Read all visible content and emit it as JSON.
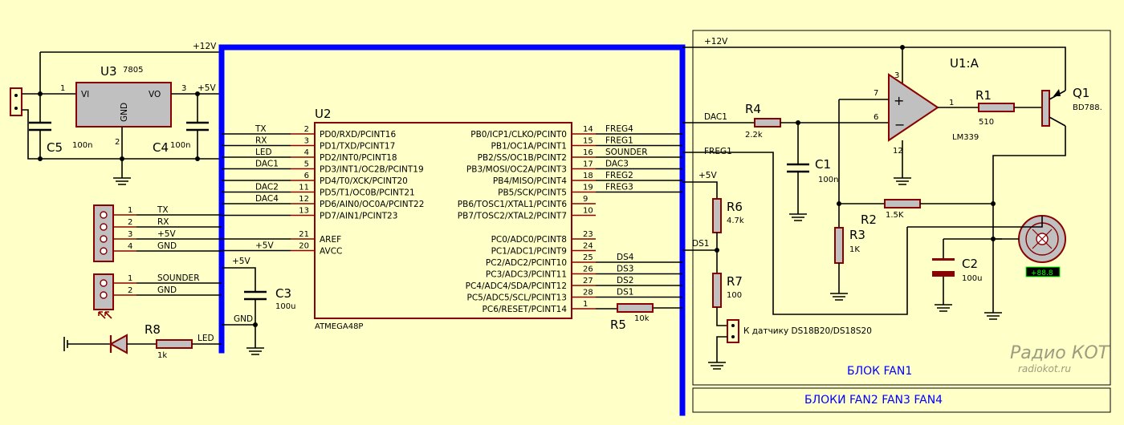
{
  "components": {
    "u3": {
      "ref": "U3",
      "value": "7805",
      "pin_vi": "VI",
      "pin_vo": "VO",
      "pin_gnd": "GND",
      "pin1": "1",
      "pin2": "2",
      "pin3": "3"
    },
    "u2": {
      "ref": "U2",
      "part": "ATMEGA48P",
      "left_pins": [
        {
          "num": "2",
          "name": "PD0/RXD/PCINT16",
          "net": "TX"
        },
        {
          "num": "3",
          "name": "PD1/TXD/PCINT17",
          "net": "RX"
        },
        {
          "num": "4",
          "name": "PD2/INT0/PCINT18",
          "net": "LED"
        },
        {
          "num": "5",
          "name": "PD3/INT1/OC2B/PCINT19",
          "net": "DAC1"
        },
        {
          "num": "6",
          "name": "PD4/T0/XCK/PCINT20",
          "net": ""
        },
        {
          "num": "11",
          "name": "PD5/T1/OC0B/PCINT21",
          "net": "DAC2"
        },
        {
          "num": "12",
          "name": "PD6/AIN0/OC0A/PCINT22",
          "net": "DAC4"
        },
        {
          "num": "13",
          "name": "PD7/AIN1/PCINT23",
          "net": ""
        }
      ],
      "power_pins": [
        {
          "num": "21",
          "name": "AREF",
          "net": ""
        },
        {
          "num": "20",
          "name": "AVCC",
          "net": "+5V"
        }
      ],
      "right_pins_b": [
        {
          "num": "14",
          "name": "PB0/ICP1/CLKO/PCINT0",
          "net": "FREG4"
        },
        {
          "num": "15",
          "name": "PB1/OC1A/PCINT1",
          "net": "FREG1"
        },
        {
          "num": "16",
          "name": "PB2/SS/OC1B/PCINT2",
          "net": "SOUNDER"
        },
        {
          "num": "17",
          "name": "PB3/MOSI/OC2A/PCINT3",
          "net": "DAC3"
        },
        {
          "num": "18",
          "name": "PB4/MISO/PCINT4",
          "net": "FREG2"
        },
        {
          "num": "19",
          "name": "PB5/SCK/PCINT5",
          "net": "FREG3"
        },
        {
          "num": "9",
          "name": "PB6/TOSC1/XTAL1/PCINT6",
          "net": ""
        },
        {
          "num": "10",
          "name": "PB7/TOSC2/XTAL2/PCINT7",
          "net": ""
        }
      ],
      "right_pins_c": [
        {
          "num": "23",
          "name": "PC0/ADC0/PCINT8",
          "net": ""
        },
        {
          "num": "24",
          "name": "PC1/ADC1/PCINT9",
          "net": ""
        },
        {
          "num": "25",
          "name": "PC2/ADC2/PCINT10",
          "net": "DS4"
        },
        {
          "num": "26",
          "name": "PC3/ADC3/PCINT11",
          "net": "DS3"
        },
        {
          "num": "27",
          "name": "PC4/ADC4/SDA/PCINT12",
          "net": "DS2"
        },
        {
          "num": "28",
          "name": "PC5/ADC5/SCL/PCINT13",
          "net": "DS1"
        },
        {
          "num": "1",
          "name": "PC6/RESET/PCINT14",
          "net": ""
        }
      ]
    },
    "c5": {
      "ref": "C5",
      "value": "100n"
    },
    "c4": {
      "ref": "C4",
      "value": "100n"
    },
    "c3": {
      "ref": "C3",
      "value": "100u"
    },
    "c1": {
      "ref": "C1",
      "value": "100n"
    },
    "c2": {
      "ref": "C2",
      "value": "100u"
    },
    "r8": {
      "ref": "R8",
      "value": "1k"
    },
    "r5": {
      "ref": "R5",
      "value": "10k"
    },
    "r4": {
      "ref": "R4",
      "value": "2.2k"
    },
    "r1": {
      "ref": "R1",
      "value": "510"
    },
    "r2": {
      "ref": "R2",
      "value": "1.5K"
    },
    "r3": {
      "ref": "R3",
      "value": "1K"
    },
    "r6": {
      "ref": "R6",
      "value": "4.7k"
    },
    "r7": {
      "ref": "R7",
      "value": "100"
    },
    "u1": {
      "ref": "U1:A",
      "value": "LM339",
      "pin3": "3",
      "pin12": "12",
      "pin7": "7",
      "pin6": "6",
      "pin1": "1"
    },
    "q1": {
      "ref": "Q1",
      "value": "BD788."
    }
  },
  "connectors": {
    "uart": [
      {
        "num": "1",
        "net": "TX"
      },
      {
        "num": "2",
        "net": "RX"
      },
      {
        "num": "3",
        "net": "+5V"
      },
      {
        "num": "4",
        "net": "GND"
      }
    ],
    "sounder": [
      {
        "num": "1",
        "net": "SOUNDER"
      },
      {
        "num": "2",
        "net": "GND"
      }
    ],
    "sensor_label": "К датчику DS18B20/DS18S20"
  },
  "nets": {
    "v12_left": "+12V",
    "v12_right": "+12V",
    "v5_reg": "+5V",
    "v5_avcc": "+5V",
    "v5_c3": "+5V",
    "v5_r6": "+5V",
    "gnd_c3": "GND",
    "led": "LED",
    "dac1_fan": "DAC1",
    "freg1_fan": "FREG1",
    "ds1_fan": "DS1"
  },
  "labels": {
    "block_fan1": "БЛОК FAN1",
    "blocks_other": "БЛОКИ FAN2 FAN3 FAN4",
    "probe": "+88.8",
    "watermark_top": "Радио КОТ",
    "watermark_bottom": "radiokot.ru"
  },
  "colors": {
    "background": "#ffffc8",
    "bus": "#0000ff",
    "component_outline": "#8b0000",
    "component_fill": "#c0c0c0"
  }
}
